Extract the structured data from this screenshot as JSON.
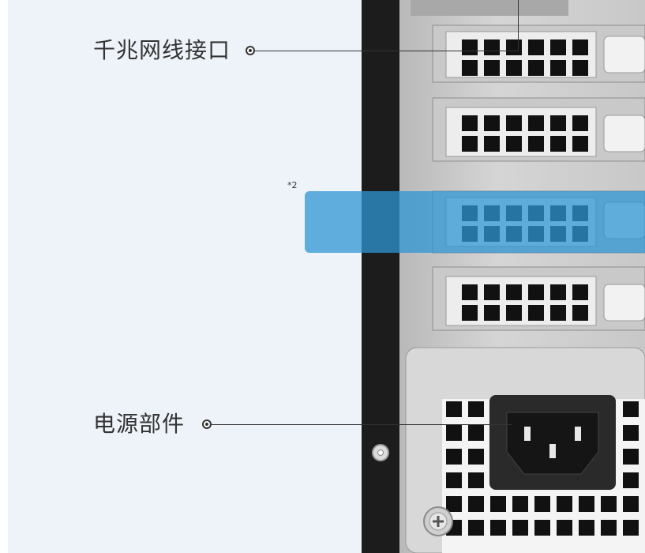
{
  "labels": {
    "network_port": "千兆网线接口",
    "power_unit": "电源部件"
  },
  "footnote": "*2",
  "icons": [
    "callout-dot-icon",
    "screw-icon",
    "power-socket-icon"
  ]
}
